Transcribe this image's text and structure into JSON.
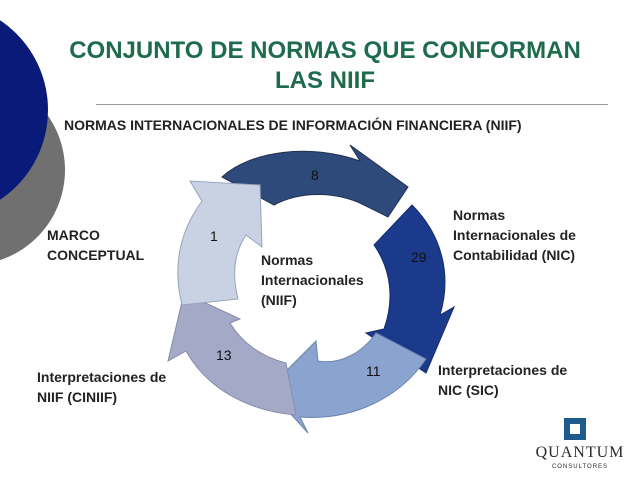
{
  "title_line1": "CONJUNTO DE NORMAS QUE CONFORMAN",
  "title_line2": "LAS NIIF",
  "subtitle": "NORMAS INTERNACIONALES DE INFORMACIÓN FINANCIERA (NIIF)",
  "center": [
    "Normas",
    "Internacionales",
    "(NIIF)"
  ],
  "numbers": {
    "top": "8",
    "right": "29",
    "bottom": "11",
    "left_bottom": "13",
    "left": "1"
  },
  "labels": {
    "marco": [
      "MARCO",
      "CONCEPTUAL"
    ],
    "nic": [
      "Normas",
      "Internacionales de",
      "Contabilidad (NIC)"
    ],
    "sic": [
      "Interpretaciones de",
      "NIC (SIC)"
    ],
    "ciniif": [
      "Interpretaciones de",
      "NIIF (CINIIF)"
    ]
  },
  "logo": {
    "name": "QUANTUM",
    "sub": "CONSULTORES"
  },
  "colors": {
    "title": "#1f6b4e",
    "segment_top": "#2e4a7a",
    "segment_right": "#1c3a8c",
    "segment_bottom": "#8aa4cf",
    "segment_left_bottom": "#a3a9c6",
    "segment_left": "#c8d2e3"
  }
}
